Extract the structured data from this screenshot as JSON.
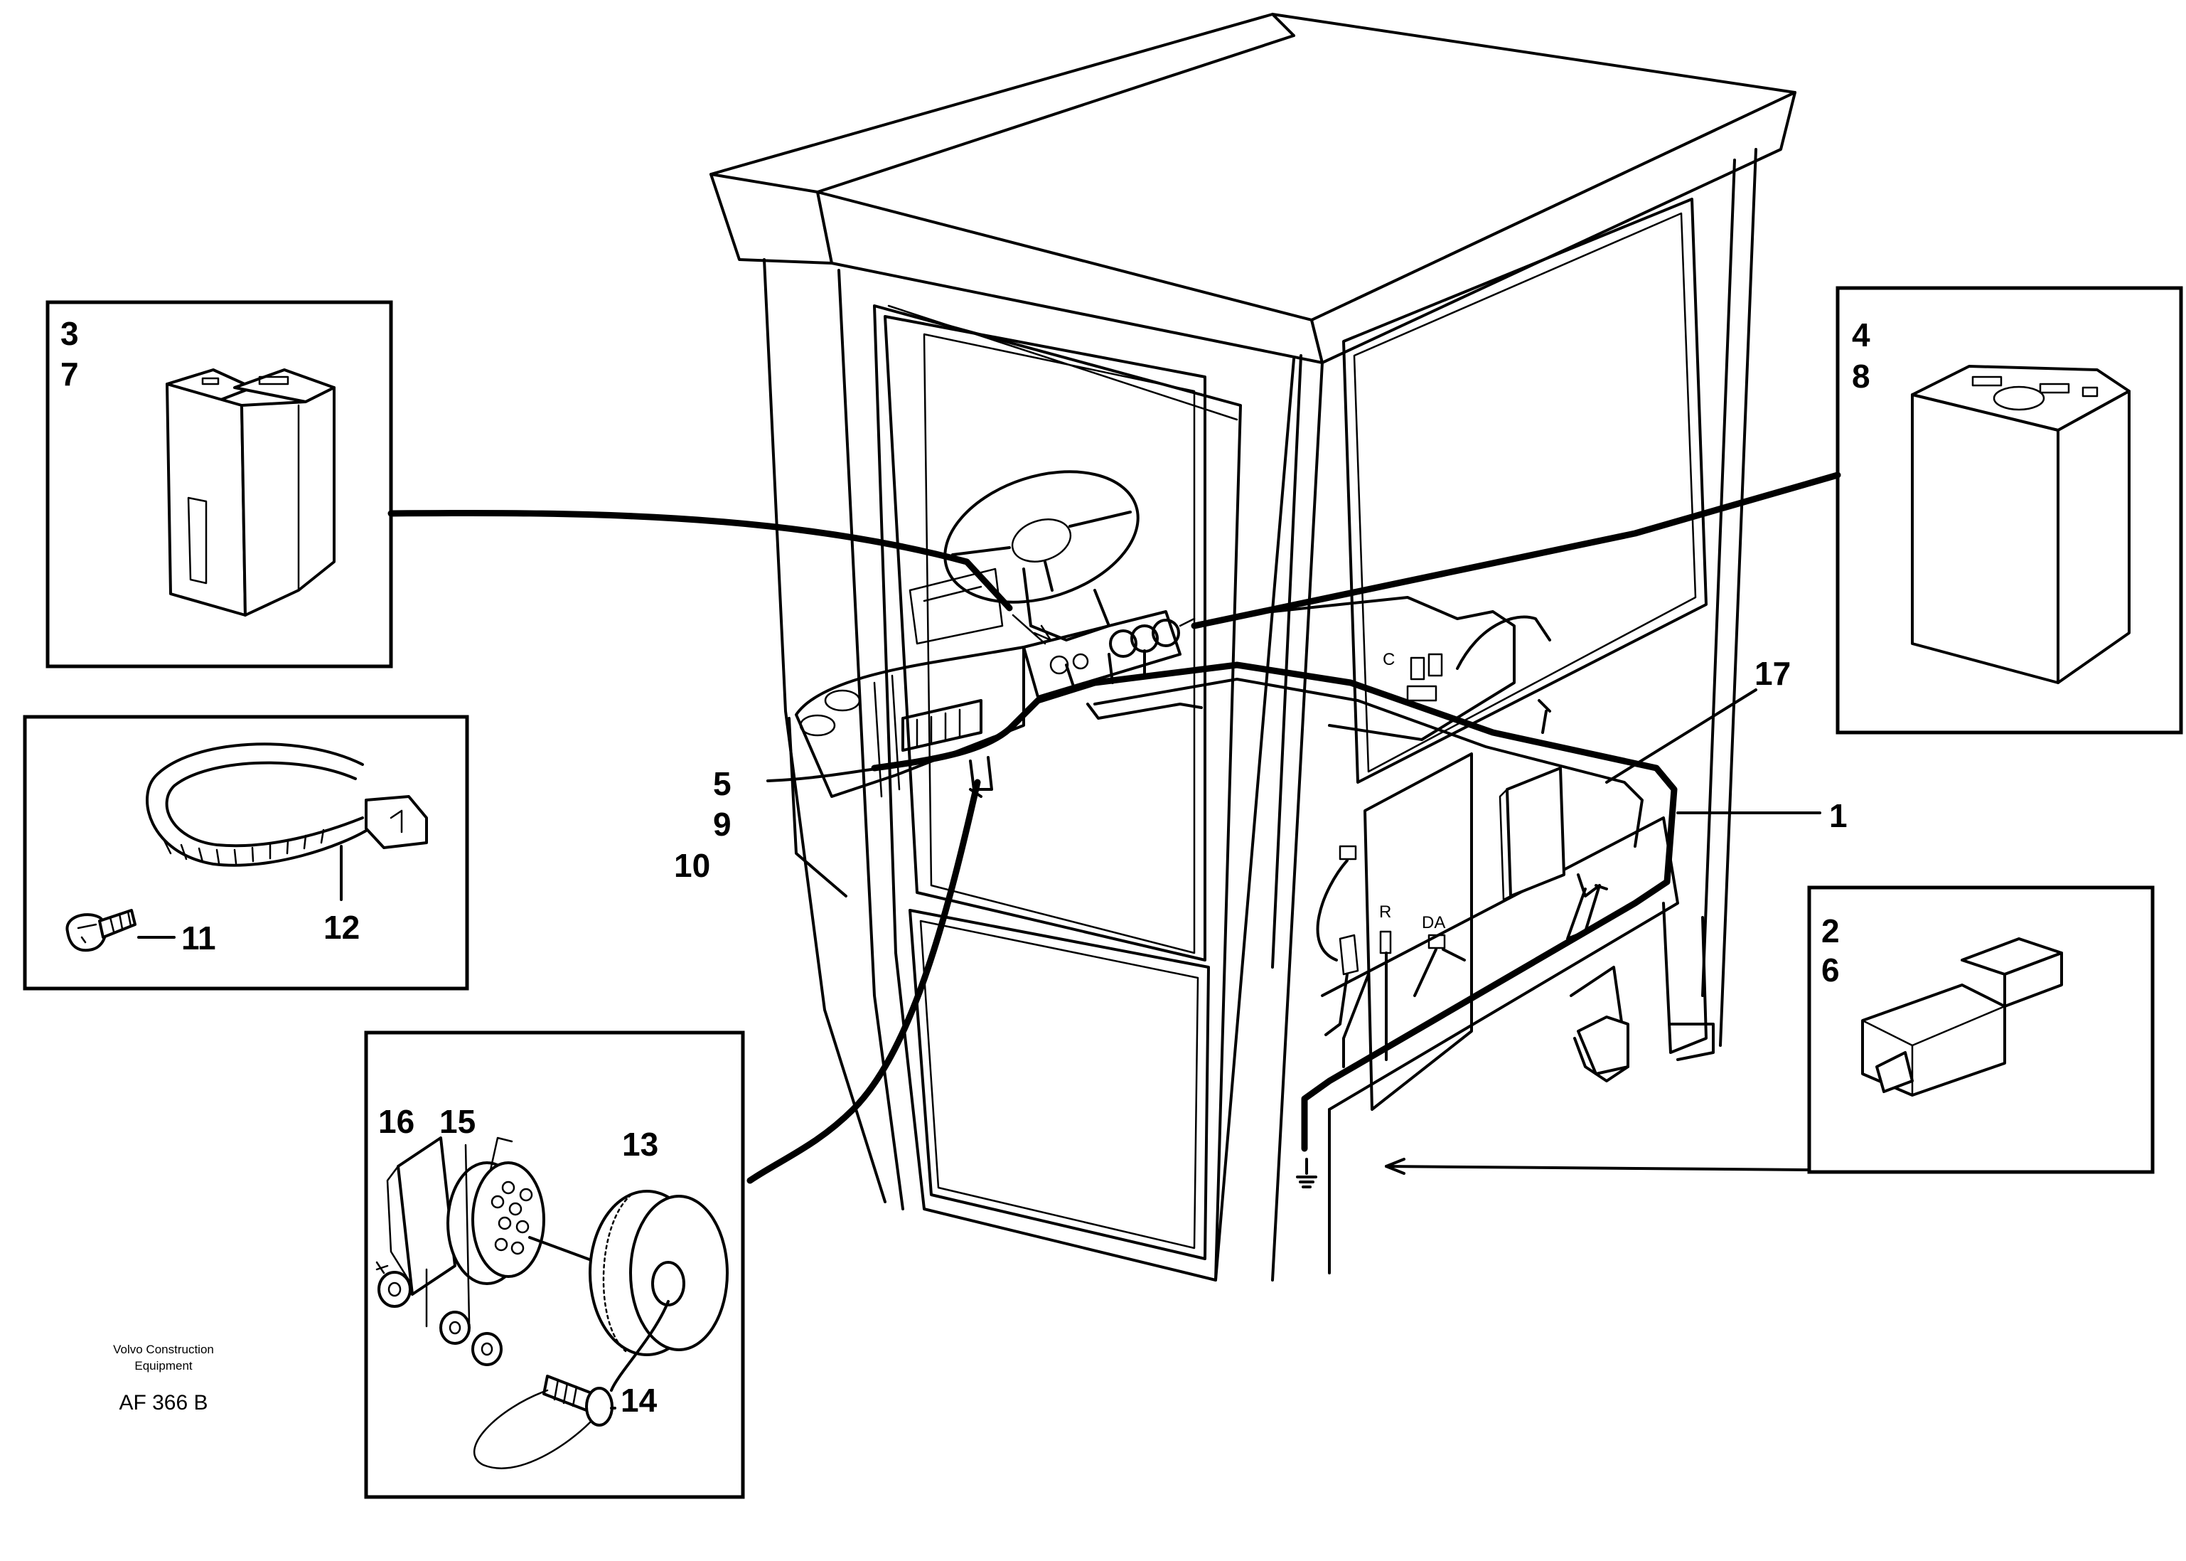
{
  "callouts": {
    "c1": "1",
    "c2": "2",
    "c3": "3",
    "c4": "4",
    "c5": "5",
    "c6": "6",
    "c7": "7",
    "c8": "8",
    "c9": "9",
    "c10": "10",
    "c11": "11",
    "c12": "12",
    "c13": "13",
    "c14": "14",
    "c15": "15",
    "c16": "16",
    "c17": "17"
  },
  "panel_labels": {
    "c": "C",
    "r": "R",
    "da": "DA"
  },
  "credit": {
    "line1": "Volvo Construction",
    "line2": "Equipment",
    "code": "AF 366 B"
  }
}
